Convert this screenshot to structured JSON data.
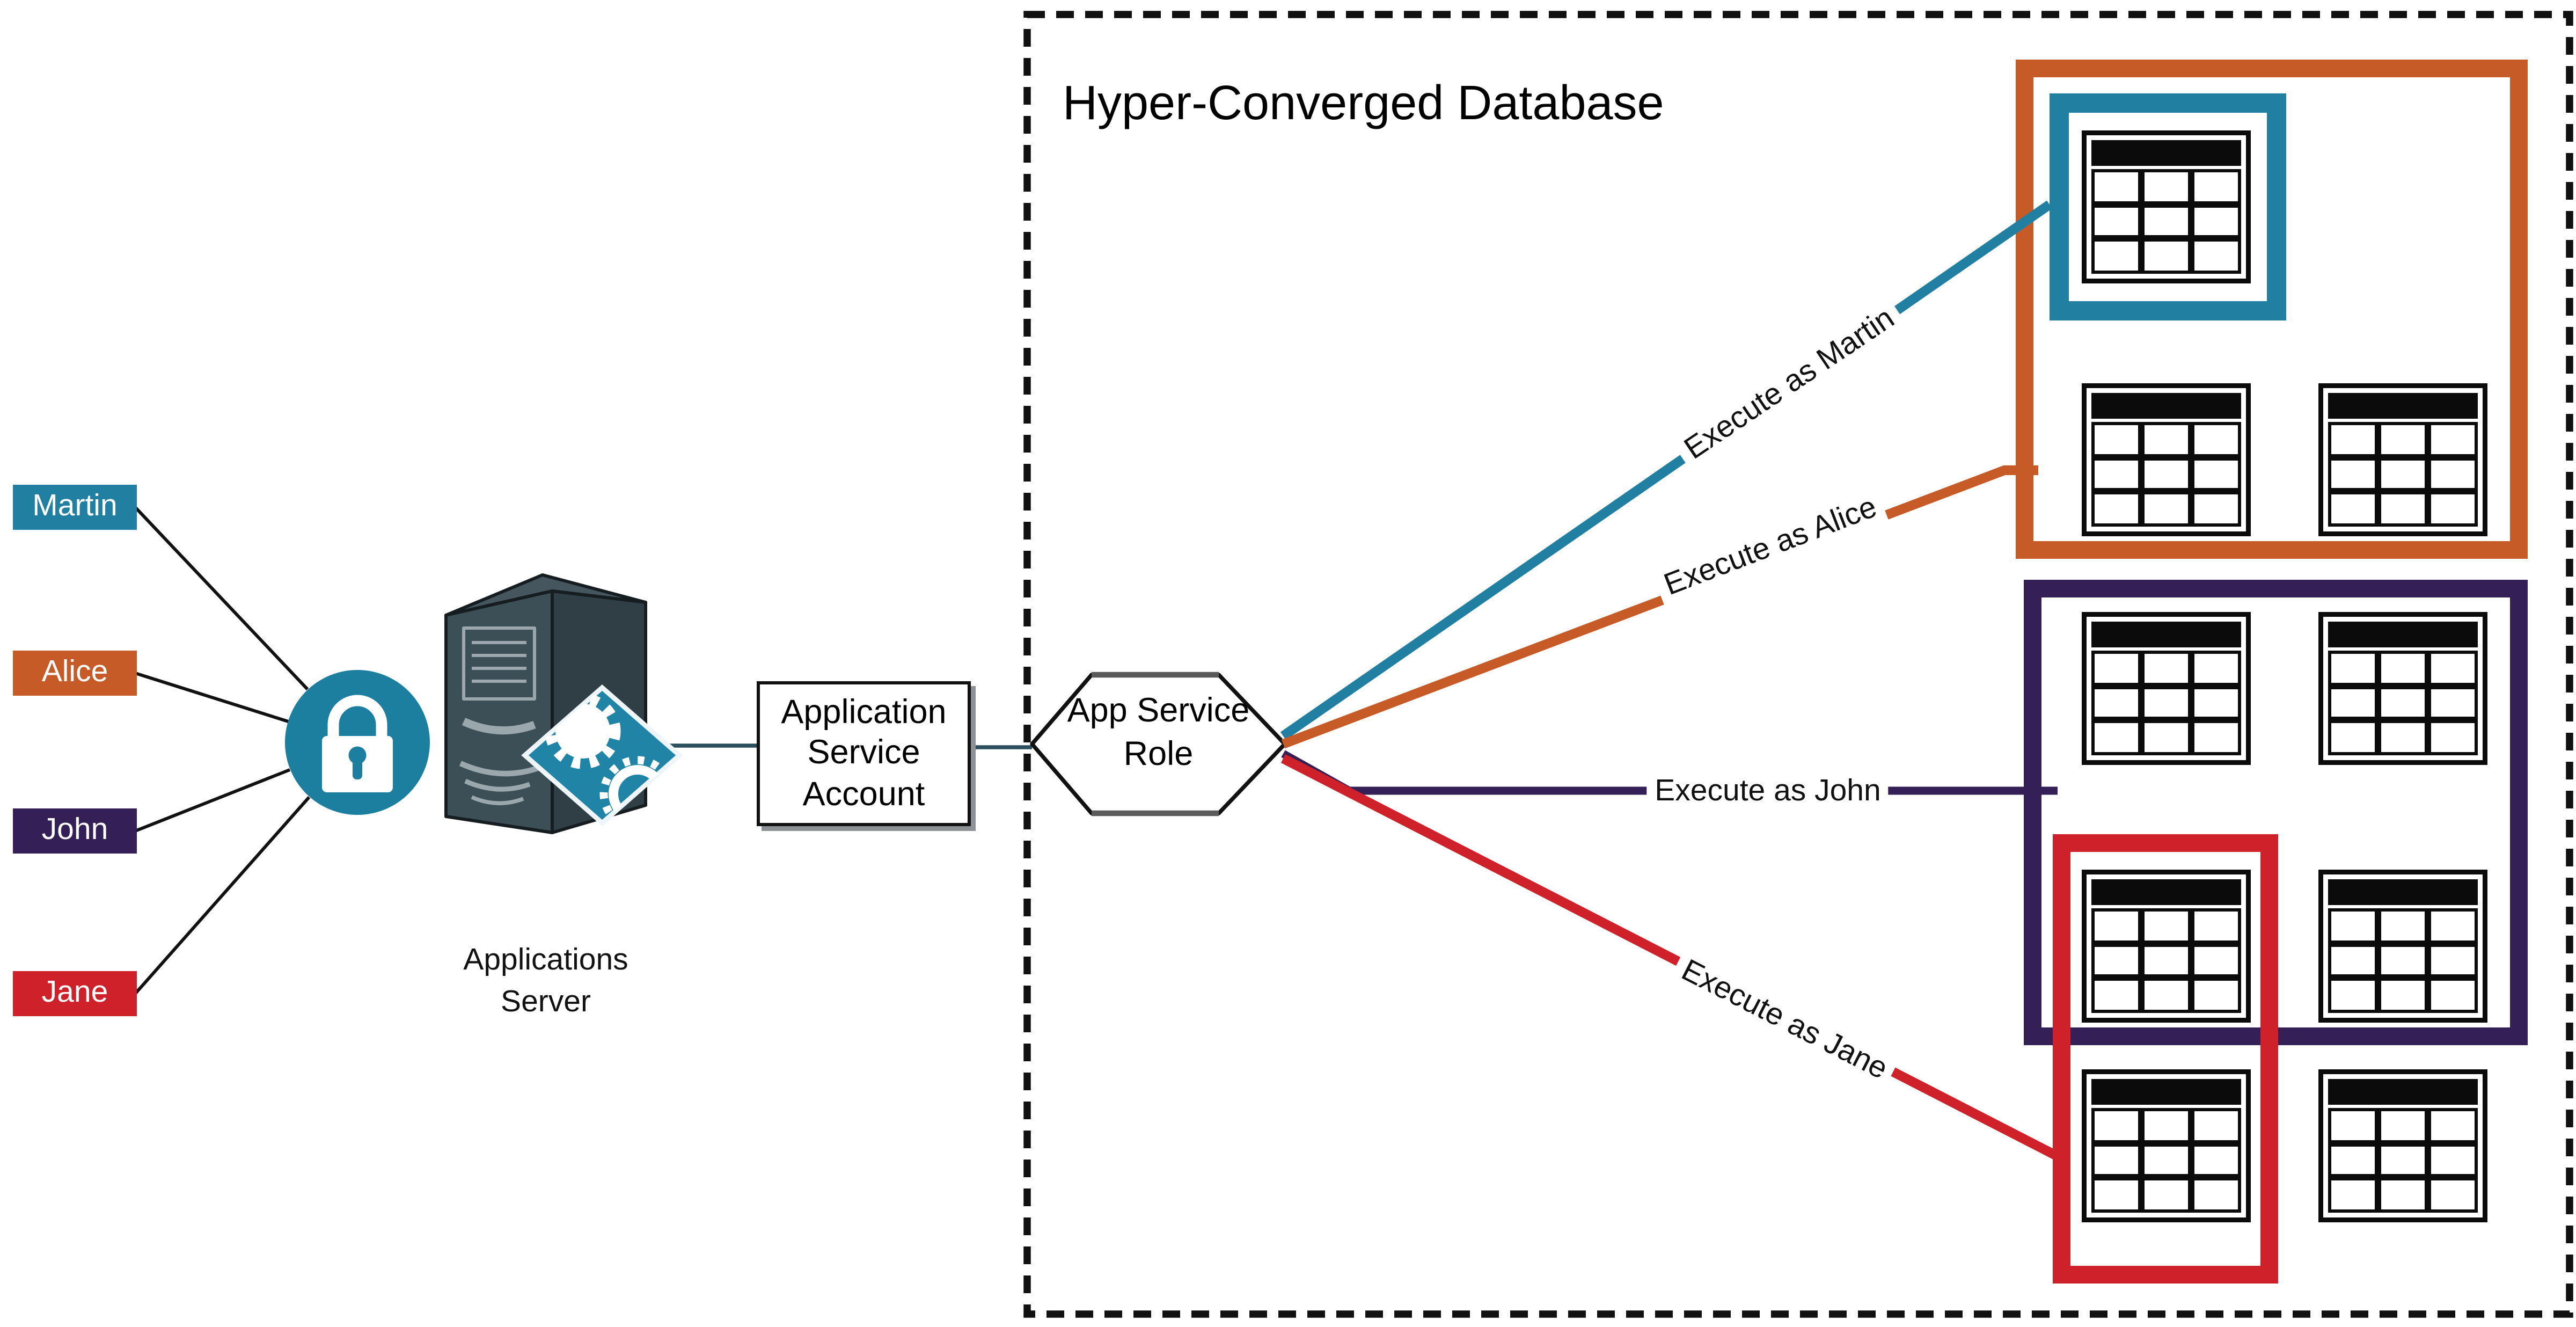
{
  "diagram": {
    "title": "Hyper-Converged Database",
    "kind": "security / execution-context architecture diagram"
  },
  "users": [
    {
      "name": "Martin",
      "color": "#2180a2"
    },
    {
      "name": "Alice",
      "color": "#c75b28"
    },
    {
      "name": "John",
      "color": "#342057"
    },
    {
      "name": "Jane",
      "color": "#ce2129"
    }
  ],
  "applications_server": {
    "line1": "Applications",
    "line2": "Server"
  },
  "application_service_account": {
    "line1": "Application",
    "line2": "Service",
    "line3": "Account"
  },
  "app_service_role": {
    "line1": "App Service",
    "line2": "Role"
  },
  "execute_edges": [
    {
      "label": "Execute as Martin",
      "color": "#2180a2",
      "target": "teal-highlight-box"
    },
    {
      "label": "Execute as Alice",
      "color": "#c75b28",
      "target": "orange-group-box"
    },
    {
      "label": "Execute as John",
      "color": "#342057",
      "target": "purple-group-box"
    },
    {
      "label": "Execute as Jane",
      "color": "#ce2129",
      "target": "red-highlight-box"
    }
  ],
  "database_groups": {
    "orange_group_tables": 3,
    "teal_highlighted_tables": 1,
    "purple_group_tables": 4,
    "red_highlighted_tables": 2,
    "ungrouped_tables": 1
  },
  "colors": {
    "teal": "#2180a2",
    "orange": "#c75b28",
    "purple": "#342057",
    "red": "#ce2129",
    "lock_circle": "#1d7fa0",
    "server_body": "#3c4e56",
    "connector": "#2b4f5c",
    "dashed_border": "#111111",
    "background": "#ffffff"
  }
}
